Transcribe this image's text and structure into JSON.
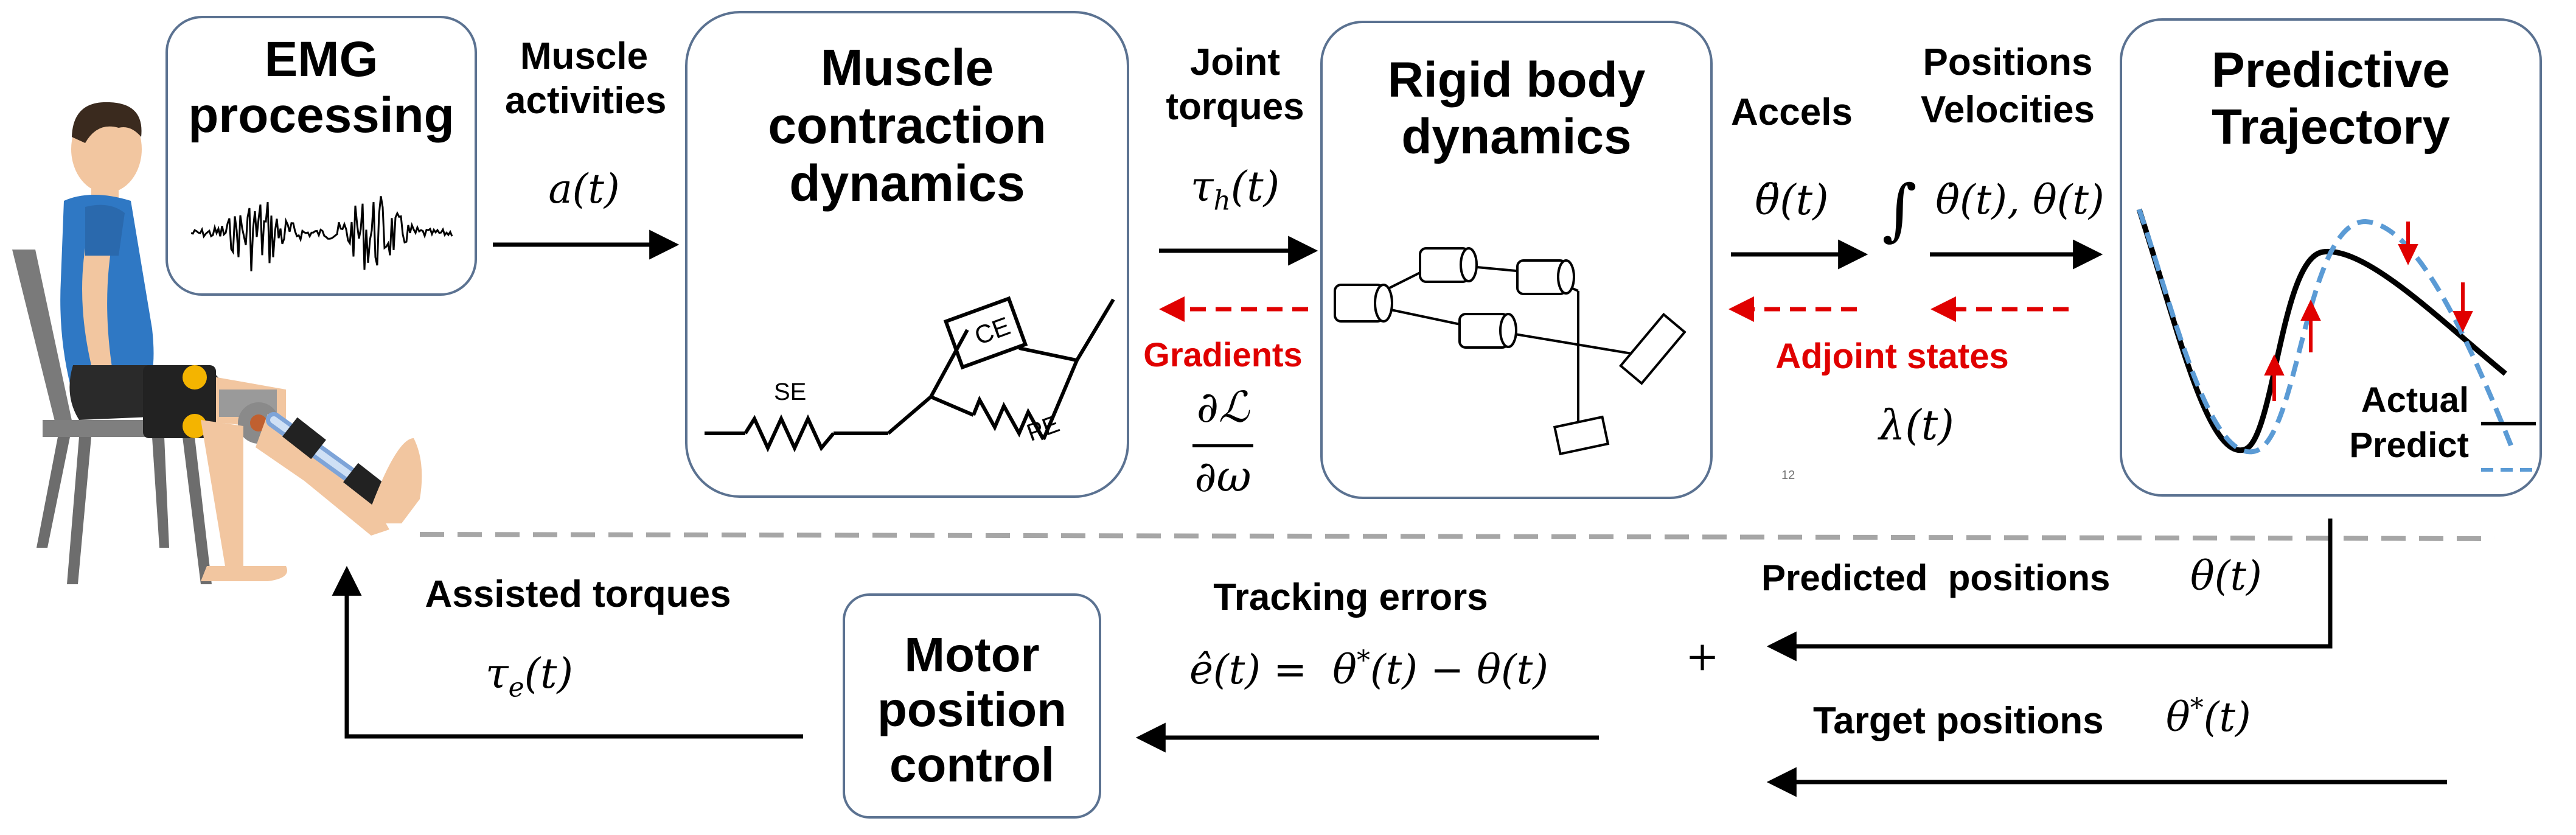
{
  "blocks": {
    "emg": "EMG processing",
    "muscle": "Muscle contraction dynamics",
    "rigid": "Rigid body dynamics",
    "predictive": "Predictive Trajectory",
    "motor": "Motor position control"
  },
  "labels": {
    "muscle_activities": "Muscle activities",
    "muscle_activities_math": "a(t)",
    "joint_torques": "Joint torques",
    "joint_torques_math": "τh(t)",
    "gradients": "Gradients",
    "gradients_num": "∂ℒ",
    "gradients_den": "∂ω",
    "accels": "Accels",
    "accels_math": "θ̈(t)",
    "positions_velocities": "Positions Velocities",
    "positions_velocities_math": "θ̇(t), θ(t)",
    "integral": "∫",
    "adjoint_states": "Adjoint states",
    "adjoint_math": "λ(t)",
    "page_number": "12",
    "predicted_positions": "Predicted  positions",
    "predicted_math": "θ(t)",
    "target_positions": "Target positions",
    "target_math": "θ*(t)",
    "plus": "+",
    "tracking_errors": "Tracking errors",
    "tracking_math": "ê(t) =  θ*(t) − θ(t)",
    "assisted_torques": "Assisted torques",
    "assisted_math": "τe(t)"
  },
  "muscle_model": {
    "se": "SE",
    "ce": "CE",
    "pe": "PE"
  },
  "legend": {
    "actual": "Actual",
    "predict": "Predict"
  },
  "colors": {
    "box_border": "#5b7291",
    "gradient_arrows": "#e00000",
    "predict_line": "#5b9bd5",
    "dashed_divider": "#a6a6a6"
  }
}
